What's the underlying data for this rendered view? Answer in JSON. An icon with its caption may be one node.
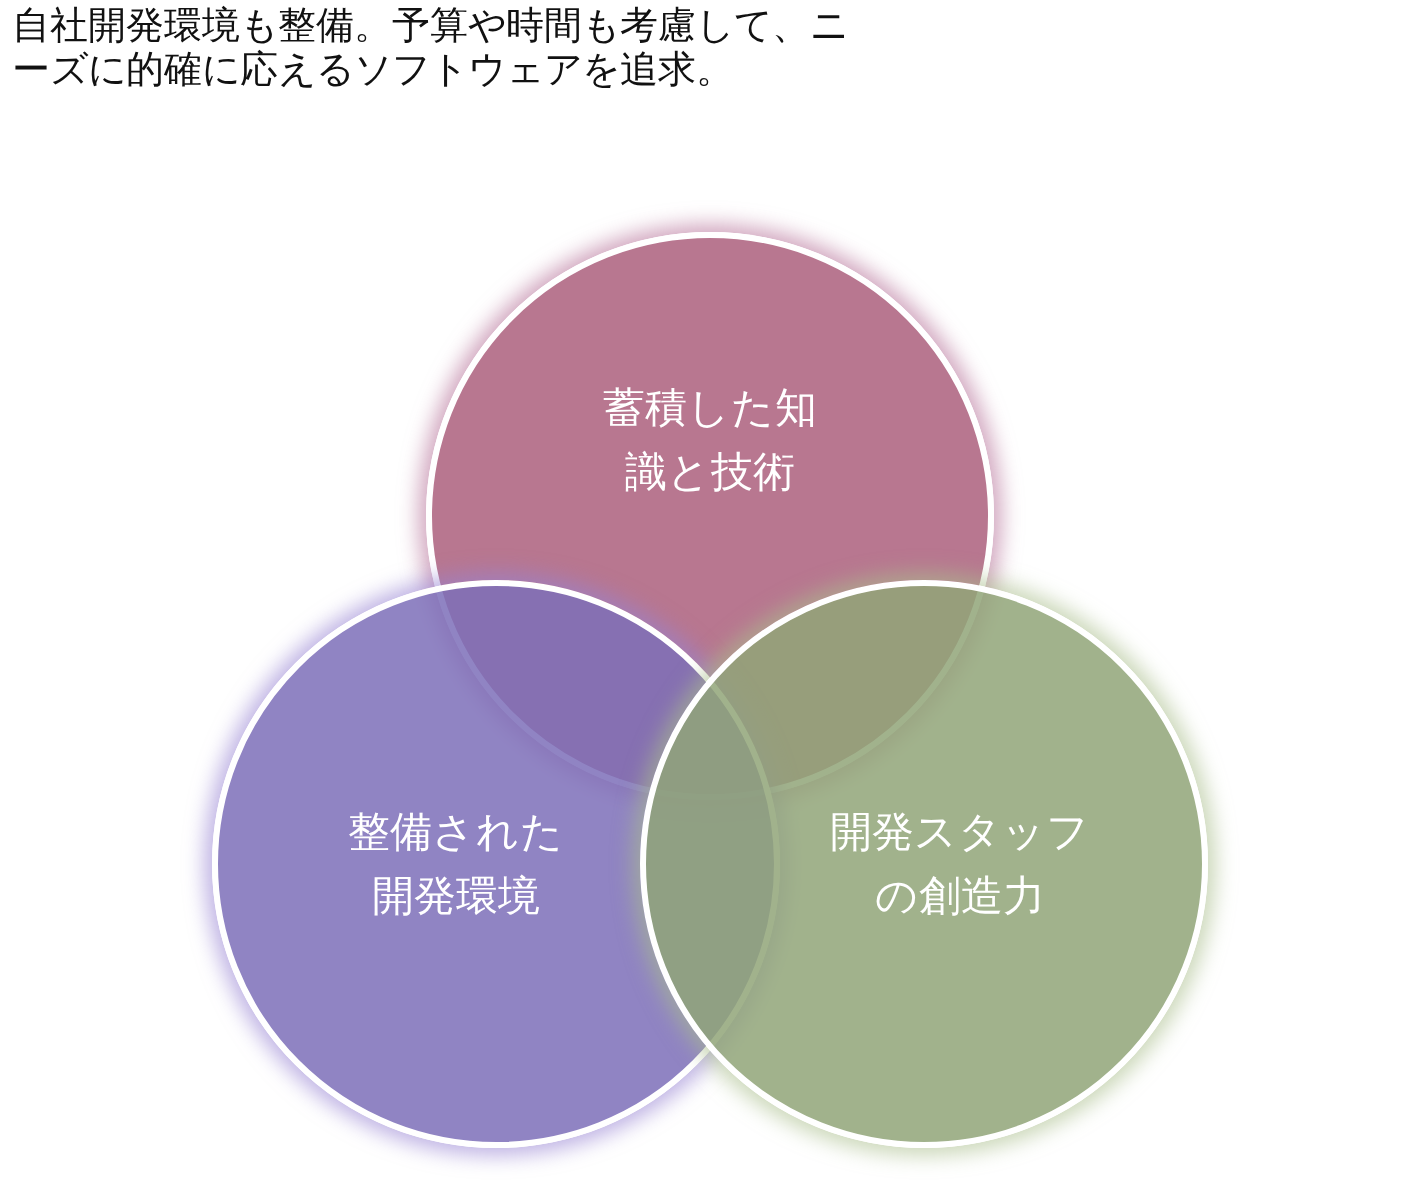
{
  "diagram": {
    "title": "自社開発環境も整備。予算や時間も考慮して、ニーズに的確に応えるソフトウェアを追求。",
    "nodes": [
      {
        "text": [
          "蓄積した知識と技術"
        ]
      },
      {
        "text": [
          "整備された開発環境"
        ]
      },
      {
        "text": [
          "開発スタッフの創造力"
        ]
      }
    ],
    "edges": []
  }
}
